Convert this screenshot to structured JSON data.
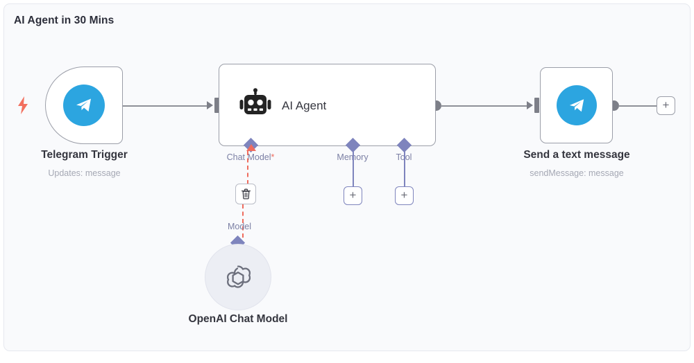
{
  "workflow": {
    "title": "AI Agent in 30 Mins"
  },
  "nodes": {
    "trigger": {
      "title": "Telegram Trigger",
      "subtitle": "Updates: message",
      "icon": "telegram-icon",
      "badge_icon": "lightning-bolt-icon"
    },
    "agent": {
      "title": "AI Agent",
      "icon": "robot-icon",
      "ports": [
        {
          "label": "Chat Model",
          "required": true,
          "required_marker": "*",
          "name": "chat-model"
        },
        {
          "label": "Memory",
          "required": false,
          "required_marker": "",
          "name": "memory"
        },
        {
          "label": "Tool",
          "required": false,
          "required_marker": "",
          "name": "tool"
        }
      ]
    },
    "action": {
      "title": "Send a text message",
      "subtitle": "sendMessage: message",
      "icon": "telegram-icon"
    },
    "chat_model": {
      "title": "OpenAI Chat Model",
      "port_label": "Model",
      "icon": "openai-icon"
    }
  },
  "buttons": {
    "add_memory": "+",
    "add_tool": "+",
    "add_next_node": "+",
    "delete_connection": "trash-icon"
  },
  "colors": {
    "canvas_background": "#f9fafc",
    "node_border": "#9b9ea8",
    "connector_purple": "#7e84bd",
    "required_red": "#ef6c5e",
    "telegram_blue": "#2ca5e0",
    "connection_gray": "#8e9098",
    "title_text": "#2c2e3a",
    "subtitle_text": "#a5a8b4"
  }
}
